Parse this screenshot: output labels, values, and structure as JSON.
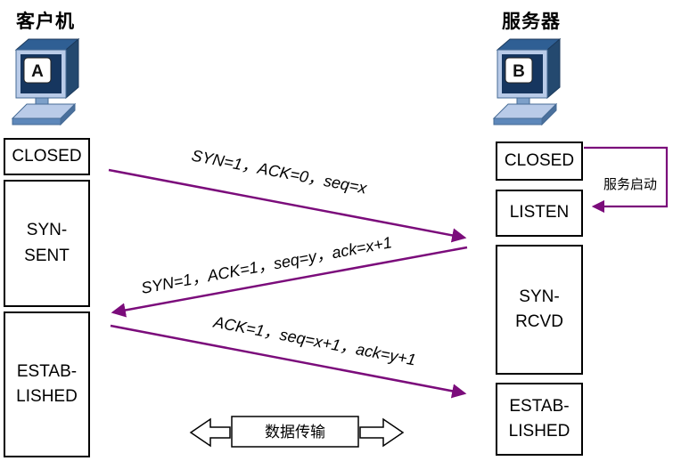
{
  "client": {
    "title": "客户机",
    "computer_label": "A",
    "states": {
      "closed": "CLOSED",
      "syn_sent": "SYN-\nSENT",
      "established": "ESTAB-\nLISHED"
    }
  },
  "server": {
    "title": "服务器",
    "computer_label": "B",
    "states": {
      "closed": "CLOSED",
      "listen": "LISTEN",
      "syn_rcvd": "SYN-\nRCVD",
      "established": "ESTAB-\nLISHED"
    },
    "service_start_label": "服务启动"
  },
  "messages": {
    "syn": "SYN=1，ACK=0，seq=x",
    "syn_ack": "SYN=1，ACK=1，seq=y，ack=x+1",
    "ack": "ACK=1，seq=x+1，ack=y+1"
  },
  "footer": {
    "data_transfer": "数据传输"
  },
  "colors": {
    "arrow_purple": "#7b0c7b"
  }
}
